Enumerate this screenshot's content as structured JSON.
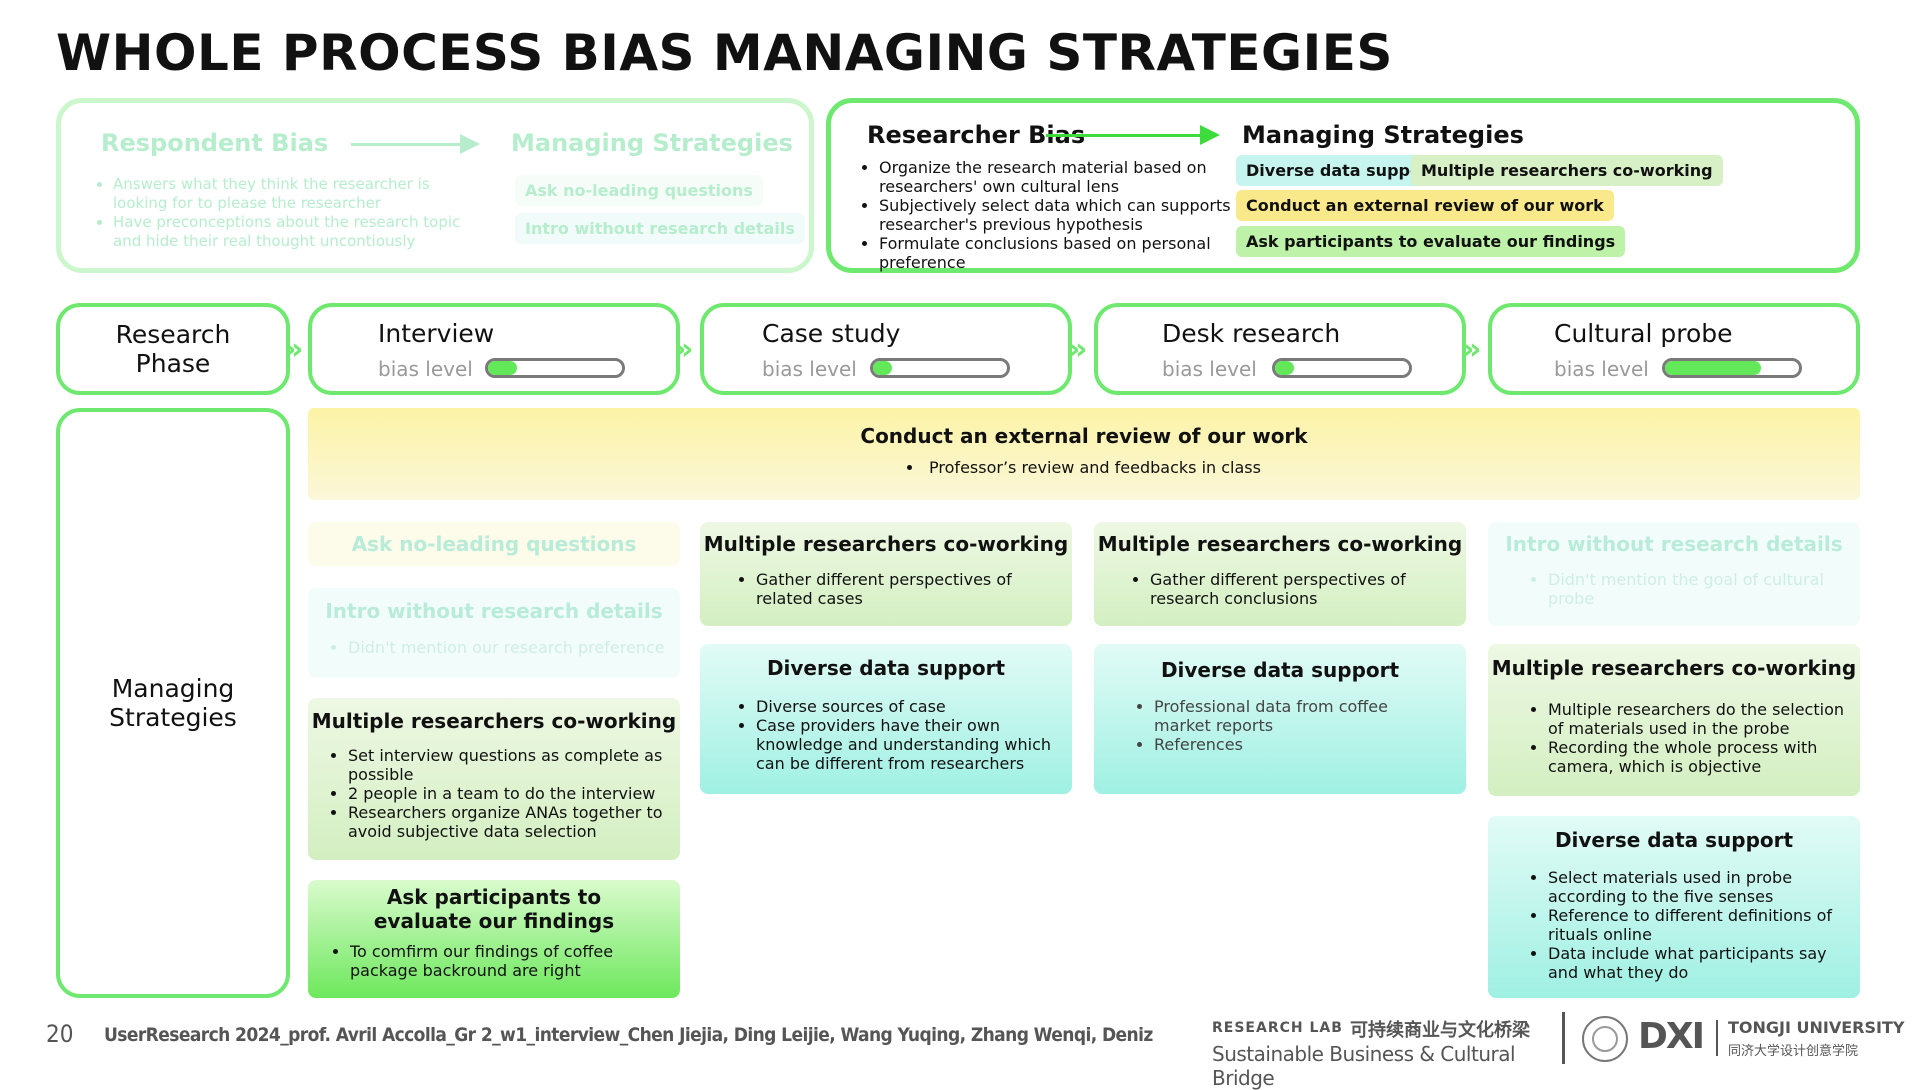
{
  "title": "WHOLE PROCESS BIAS MANAGING STRATEGIES",
  "respondent": {
    "heading": "Respondent Bias",
    "strategies_heading": "Managing Strategies",
    "bullets": [
      "Answers what they think the researcher is looking for to please the researcher",
      "Have preconceptions about the research topic and hide their real thought uncontiously"
    ],
    "tags": [
      "Ask no-leading questions",
      "Intro without research details"
    ]
  },
  "researcher": {
    "heading": "Researcher Bias",
    "strategies_heading": "Managing Strategies",
    "bullets": [
      "Organize the research material based on researchers' own cultural lens",
      "Subjectively select data which can supports researcher's previous hypothesis",
      "Formulate conclusions based on personal preference"
    ],
    "tags": [
      "Diverse data support",
      "Multiple researchers co-working",
      "Conduct an external review of our work",
      "Ask participants to evaluate our findings"
    ]
  },
  "phase_label": "Research Phase",
  "bias_label": "bias level",
  "phases": [
    {
      "name": "Interview",
      "bias_level": 0.22
    },
    {
      "name": "Case study",
      "bias_level": 0.14
    },
    {
      "name": "Desk research",
      "bias_level": 0.14
    },
    {
      "name": "Cultural probe",
      "bias_level": 0.72
    }
  ],
  "strategies_label": "Managing Strategies",
  "review": {
    "title": "Conduct an external review of our work",
    "bullet": "Professor’s review and feedbacks in class"
  },
  "interview_cards": [
    {
      "title": "Ask no-leading questions",
      "bullets": []
    },
    {
      "title": "Intro without research details",
      "bullets": [
        "Didn't mention our research preference"
      ]
    },
    {
      "title": "Multiple researchers co-working",
      "bullets": [
        "Set interview questions as complete as possible",
        "2 people in a team to do the interview",
        "Researchers organize ANAs together to avoid subjective data selection"
      ]
    },
    {
      "title": "Ask participants to evaluate our findings",
      "bullets": [
        "To comfirm our findings of coffee package backround are right"
      ]
    }
  ],
  "case_cards": [
    {
      "title": "Multiple researchers co-working",
      "bullets": [
        "Gather different perspectives of related cases"
      ]
    },
    {
      "title": "Diverse data support",
      "bullets": [
        "Diverse sources of case",
        "Case providers have their own knowledge and understanding which can be different from researchers"
      ]
    }
  ],
  "desk_cards": [
    {
      "title": "Multiple researchers co-working",
      "bullets": [
        "Gather different perspectives of research conclusions"
      ]
    },
    {
      "title": "Diverse data support",
      "bullets": [
        "Professional data from coffee market reports",
        "References"
      ]
    }
  ],
  "probe_cards": [
    {
      "title": "Intro without research details",
      "bullets": [
        "Didn't mention the goal of cultural probe"
      ]
    },
    {
      "title": "Multiple researchers co-working",
      "bullets": [
        "Multiple researchers do the selection of materials used in the probe",
        "Recording the whole process with camera, which is objective"
      ]
    },
    {
      "title": "Diverse data support",
      "bullets": [
        "Select materials used in probe according to the five senses",
        "Reference to different definitions of rituals online",
        "Data include what participants say and what they do"
      ]
    }
  ],
  "footer": {
    "page": "20",
    "credit": "UserResearch 2024_prof. Avril Accolla_Gr 2_w1_interview_Chen Jiejia, Ding Leijie, Wang Yuqing, Zhang Wenqi, Deniz",
    "lab": "RESEARCH LAB",
    "lab_cn": "可持续商业与文化桥梁",
    "lab_en": "Sustainable Business & Cultural Bridge",
    "dxi": "DXI",
    "uni": "TONGJI UNIVERSITY",
    "uni_cn": "同济大学设计创意学院"
  }
}
